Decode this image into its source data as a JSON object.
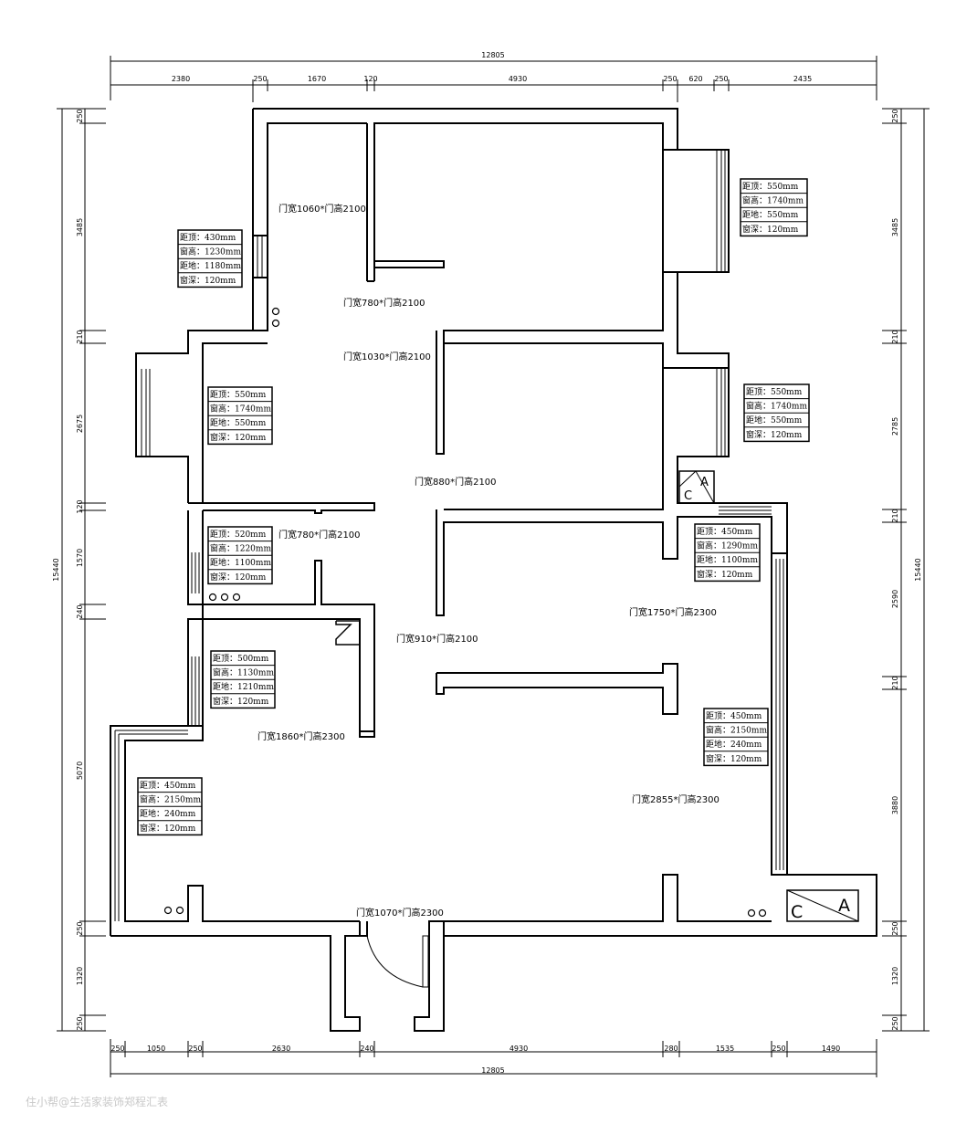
{
  "dimensions": {
    "top_total": "12805",
    "bottom_total": "12805",
    "top": [
      "2380",
      "250",
      "1670",
      "120",
      "4930",
      "250",
      "620",
      "250",
      "2435"
    ],
    "bottom": [
      "250",
      "1050",
      "250",
      "2630",
      "240",
      "4930",
      "280",
      "1535",
      "250",
      "1490"
    ],
    "left_total": "15440",
    "right_total": "15440",
    "left": [
      "250",
      "3485",
      "210",
      "2675",
      "120",
      "1570",
      "240",
      "5070",
      "250",
      "1320",
      "250"
    ],
    "right": [
      "250",
      "3485",
      "210",
      "2785",
      "210",
      "2590",
      "210",
      "3880",
      "250",
      "1320",
      "250"
    ]
  },
  "doors": [
    "门宽1060*门高2100",
    "门宽780*门高2100",
    "门宽1030*门高2100",
    "门宽880*门高2100",
    "门宽780*门高2100",
    "门宽1750*门高2300",
    "门宽910*门高2100",
    "门宽1860*门高2300",
    "门宽2855*门高2300",
    "门宽1070*门高2300"
  ],
  "windows": [
    [
      "距顶：430mm",
      "窗高：1230mm",
      "距地：1180mm",
      "窗深：120mm"
    ],
    [
      "距顶：550mm",
      "窗高：1740mm",
      "距地：550mm",
      "窗深：120mm"
    ],
    [
      "距顶：550mm",
      "窗高：1740mm",
      "距地：550mm",
      "窗深：120mm"
    ],
    [
      "距顶：550mm",
      "窗高：1740mm",
      "距地：550mm",
      "窗深：120mm"
    ],
    [
      "距顶：520mm",
      "窗高：1220mm",
      "距地：1100mm",
      "窗深：120mm"
    ],
    [
      "距顶：450mm",
      "窗高：1290mm",
      "距地：1100mm",
      "窗深：120mm"
    ],
    [
      "距顶：500mm",
      "窗高：1130mm",
      "距地：1210mm",
      "窗深：120mm"
    ],
    [
      "距顶：450mm",
      "窗高：2150mm",
      "距地：240mm",
      "窗深：120mm"
    ],
    [
      "距顶：450mm",
      "窗高：2150mm",
      "距地：240mm",
      "窗深：120mm"
    ]
  ],
  "shafts": [
    {
      "left": "C",
      "right": "A"
    },
    {
      "left": "C",
      "right": "A"
    }
  ],
  "watermark": "住小帮@生活家装饰郑程汇表"
}
